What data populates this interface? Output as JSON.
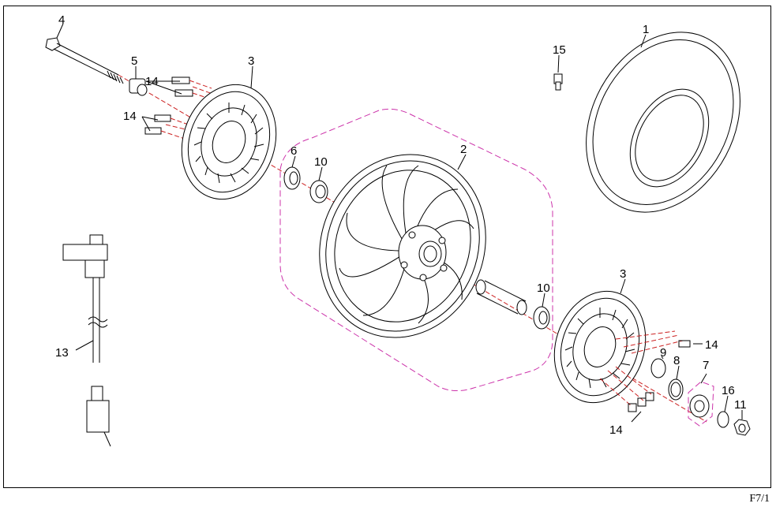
{
  "diagram": {
    "callouts": {
      "c1": "1",
      "c2": "2",
      "c3a": "3",
      "c3b": "3",
      "c4": "4",
      "c5": "5",
      "c6": "6",
      "c7": "7",
      "c8": "8",
      "c9": "9",
      "c10a": "10",
      "c10b": "10",
      "c11": "11",
      "c13": "13",
      "c14a": "14",
      "c14b": "14",
      "c14c": "14",
      "c14d": "14",
      "c15": "15",
      "c16": "16"
    },
    "page_code": "F7/1",
    "colors": {
      "line": "#000000",
      "axis": "#cc2222",
      "group": "#cc33aa"
    }
  }
}
